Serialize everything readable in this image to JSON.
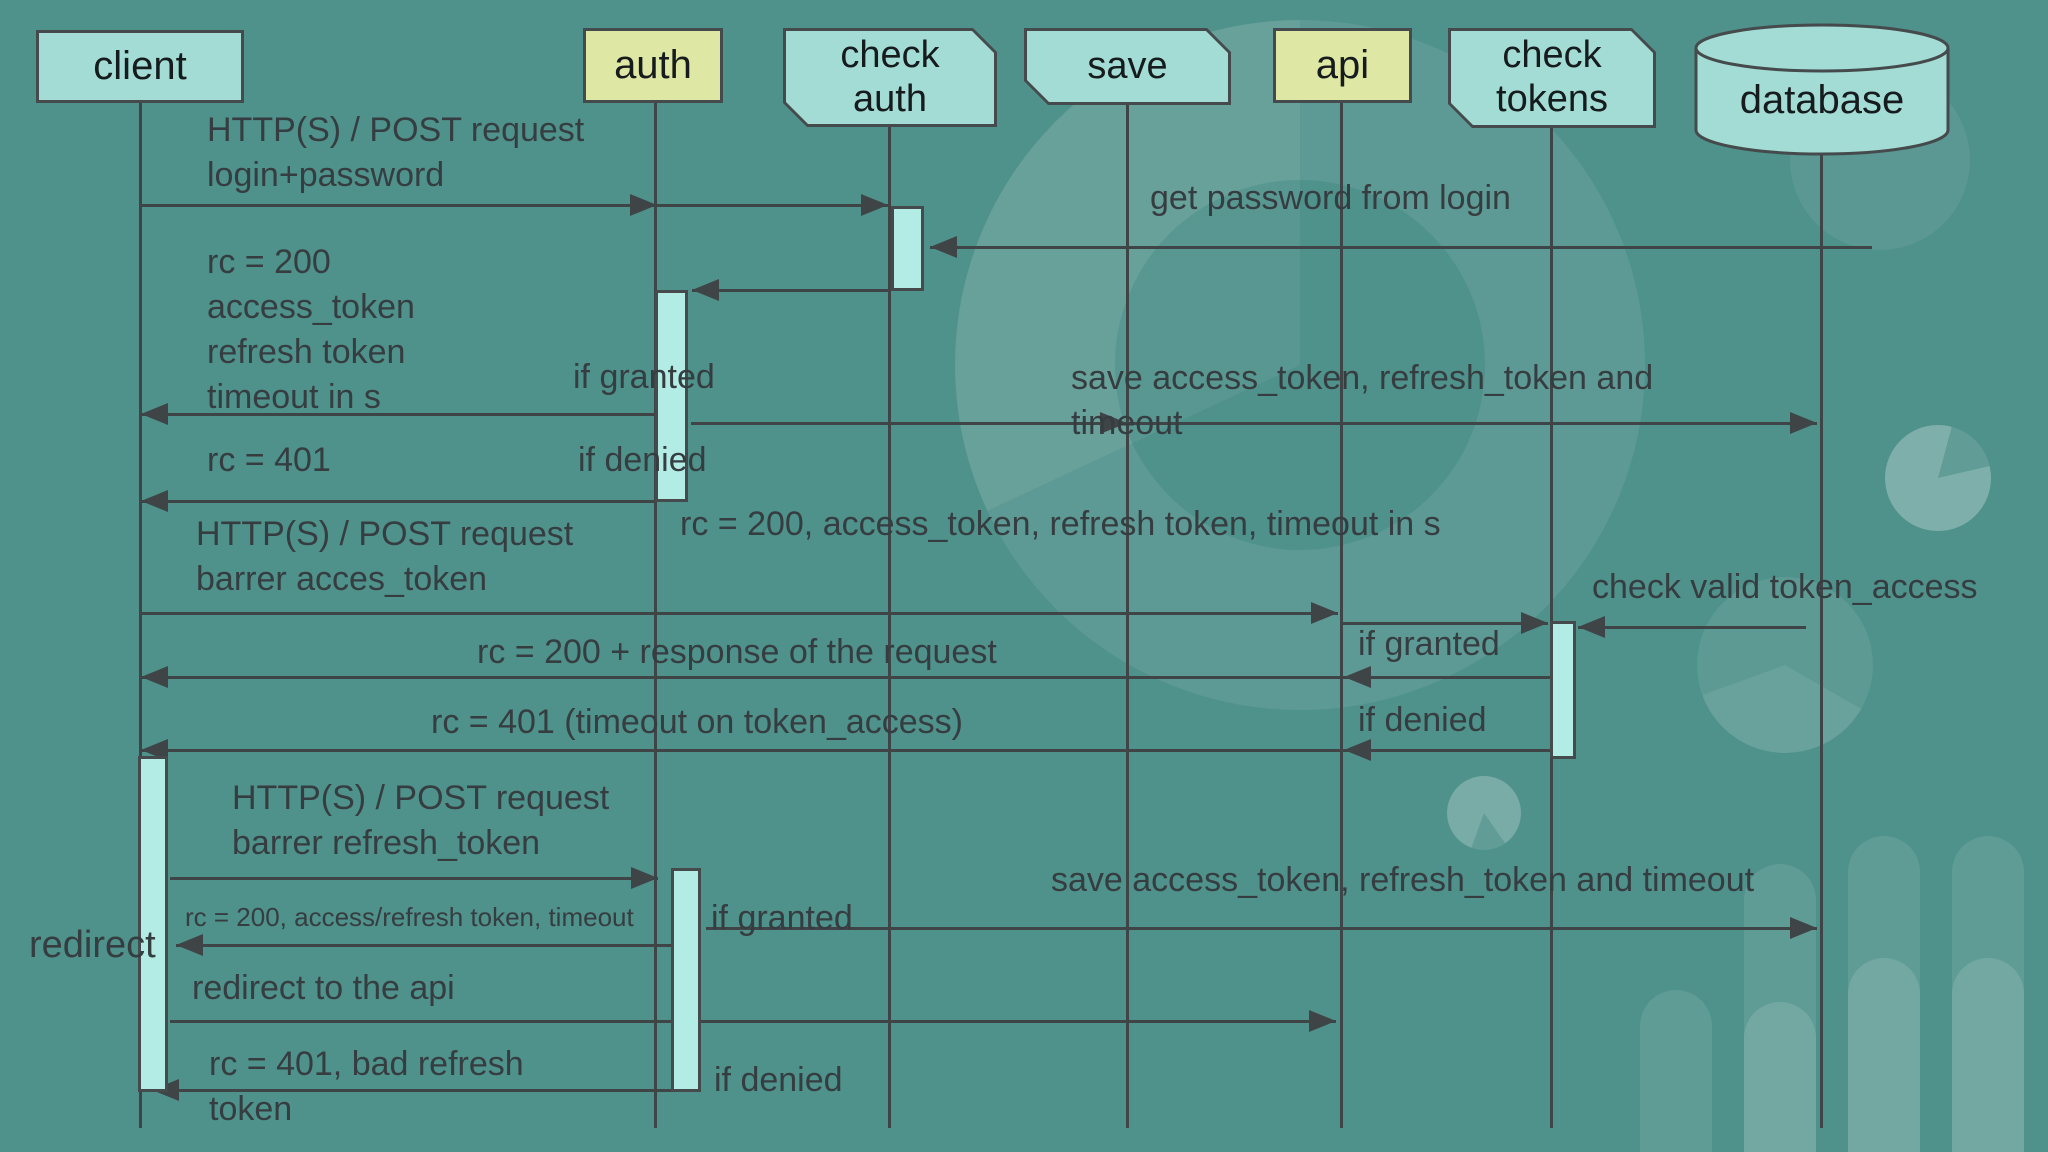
{
  "diagram": {
    "title_hint": "sequence diagram of token based authentication flow",
    "colors": {
      "background": "#4f918b",
      "box_teal": "#a3dcd4",
      "box_yellow": "#dfe7a4",
      "activation_fill": "#b3ece5",
      "line": "#3f4547",
      "message_text": "#363d40",
      "box_text": "#161b1d"
    },
    "participants": [
      {
        "id": "client",
        "label": "client",
        "shape": "rectangle",
        "color": "#a3dcd4"
      },
      {
        "id": "auth",
        "label": "auth",
        "shape": "rectangle",
        "color": "#dfe7a4"
      },
      {
        "id": "check-auth",
        "label": "check auth",
        "shape": "notched-card",
        "color": "#a3dcd4"
      },
      {
        "id": "save",
        "label": "save",
        "shape": "notched-card",
        "color": "#a3dcd4"
      },
      {
        "id": "api",
        "label": "api",
        "shape": "rectangle",
        "color": "#dfe7a4"
      },
      {
        "id": "check-tokens",
        "label": "check tokens",
        "shape": "notched-card",
        "color": "#a3dcd4"
      },
      {
        "id": "database",
        "label": "database",
        "shape": "cylinder",
        "color": "#a3dcd4"
      }
    ],
    "messages": {
      "post_login": "HTTP(S) / POST request\nlogin+password",
      "get_password": "get password from login",
      "rc200_tokens_block": "rc = 200\naccess_token\nrefresh token\ntimeout in s",
      "if_granted_1": "if granted",
      "save_tokens_wrapped": "save access_token, refresh_token and\ntimeout",
      "rc401": "rc = 401",
      "if_denied_1": "if denied",
      "rc200_tokens_inline": "rc = 200, access_token, refresh token, timeout in s",
      "post_access_token": "HTTP(S) / POST request\nbarrer acces_token",
      "check_valid_token": "check valid token_access",
      "if_granted_2": "if granted",
      "rc200_response": "rc = 200 + response of the request",
      "if_denied_2": "if denied",
      "rc401_timeout": "rc = 401 (timeout on token_access)",
      "post_refresh_token": "HTTP(S) / POST request\nbarrer refresh_token",
      "save_tokens_inline": "save access_token, refresh_token and timeout",
      "if_granted_3": "if granted",
      "rc200_refresh_small": "rc = 200, access/refresh token, timeout",
      "redirect_label": "redirect",
      "redirect_to_api": "redirect to the api",
      "if_denied_3": "if denied",
      "rc401_bad_refresh": "rc = 401, bad refresh\ntoken"
    }
  }
}
